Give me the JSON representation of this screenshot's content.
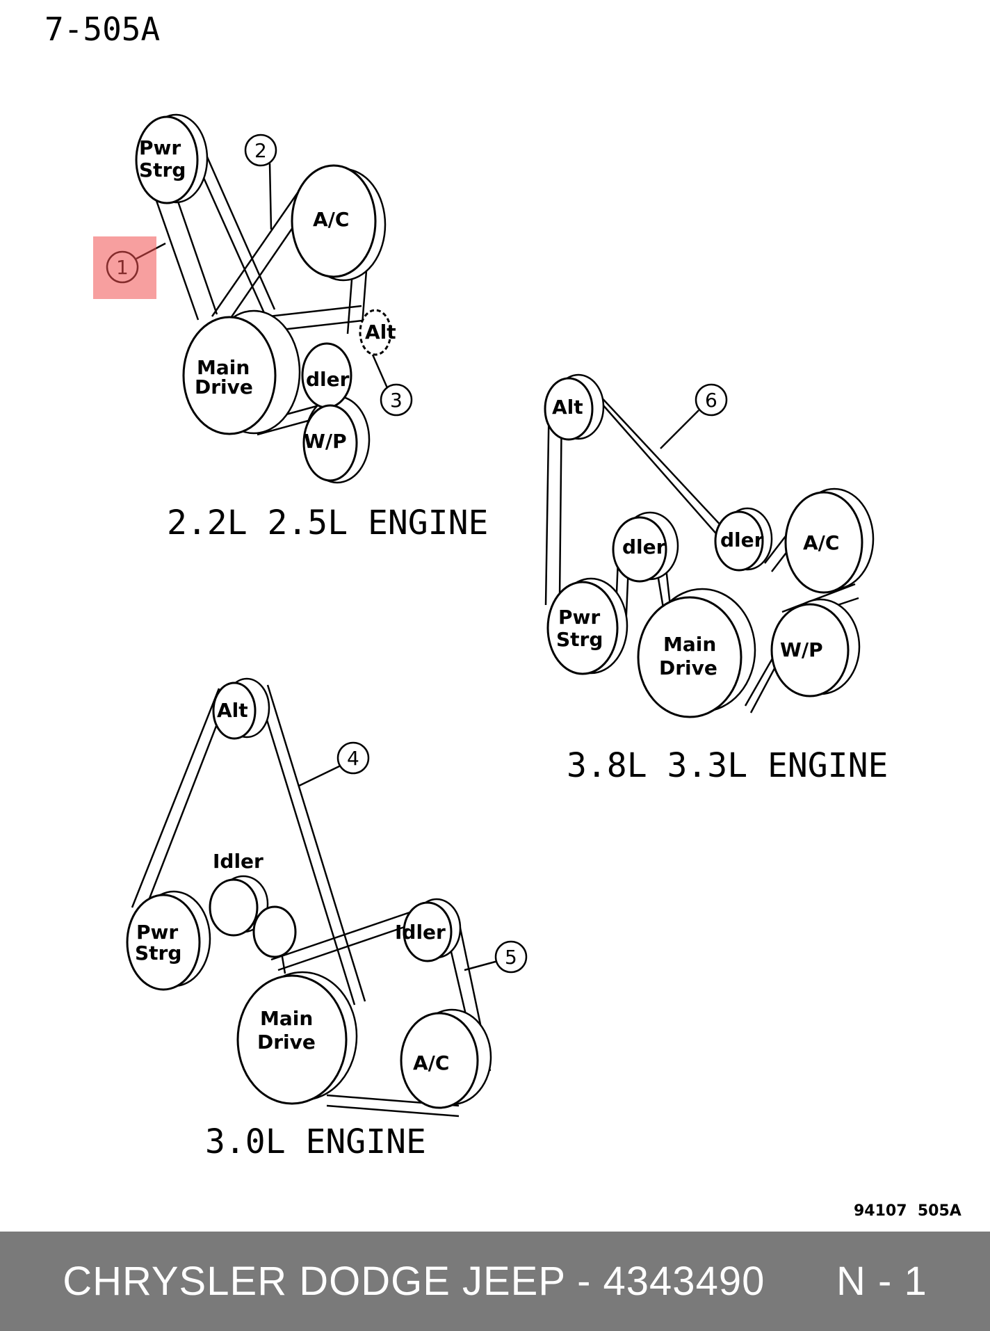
{
  "figure_code": "7-505A",
  "reference_code": "94107  505A",
  "highlight_color": "#f05050",
  "footer": {
    "text": "CHRYSLER DODGE JEEP - 4343490      N - 1",
    "background": "#7a7a7a"
  },
  "diagrams": {
    "engine_22_25": {
      "caption": "2.2L  2.5L  ENGINE",
      "pulleys": {
        "pwr_strg_line1": "Pwr",
        "pwr_strg_line2": "Strg",
        "ac": "A/C",
        "alt": "Alt",
        "main_drive_line1": "Main",
        "main_drive_line2": "Drive",
        "idler": "dler",
        "wp": "W/P"
      },
      "callouts": [
        "1",
        "2",
        "3"
      ]
    },
    "engine_38_33": {
      "caption": "3.8L  3.3L  ENGINE",
      "pulleys": {
        "alt": "Alt",
        "idler_left": "dler",
        "idler_right": "dler",
        "ac": "A/C",
        "pwr_strg_line1": "Pwr",
        "pwr_strg_line2": "Strg",
        "main_drive_line1": "Main",
        "main_drive_line2": "Drive",
        "wp": "W/P"
      },
      "callouts": [
        "6"
      ]
    },
    "engine_30": {
      "caption": "3.0L  ENGINE",
      "pulleys": {
        "alt": "Alt",
        "idler_top": "Idler",
        "pwr_strg_line1": "Pwr",
        "pwr_strg_line2": "Strg",
        "idler_right": "Idler",
        "main_drive_line1": "Main",
        "main_drive_line2": "Drive",
        "ac": "A/C"
      },
      "callouts": [
        "4",
        "5"
      ]
    }
  }
}
